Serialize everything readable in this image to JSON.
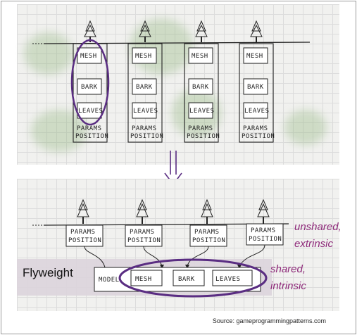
{
  "top_section": {
    "trees": [
      {
        "parts": [
          "MESH",
          "BARK",
          "LEAVES"
        ],
        "params": [
          "PARAMS",
          "POSITION"
        ]
      },
      {
        "parts": [
          "MESH",
          "BARK",
          "LEAVES"
        ],
        "params": [
          "PARAMS",
          "POSITION"
        ]
      },
      {
        "parts": [
          "MESH",
          "BARK",
          "LEAVES"
        ],
        "params": [
          "PARAMS",
          "POSITION"
        ]
      },
      {
        "parts": [
          "MESH",
          "BARK",
          "LEAVES"
        ],
        "params": [
          "PARAMS",
          "POSITION"
        ]
      }
    ]
  },
  "bottom_section": {
    "instances": [
      {
        "lines": [
          "PARAMS",
          "POSITION"
        ]
      },
      {
        "lines": [
          "PARAMS",
          "POSITION"
        ]
      },
      {
        "lines": [
          "PARAMS",
          "POSITION"
        ]
      },
      {
        "lines": [
          "PARAMS",
          "POSITION"
        ]
      }
    ],
    "model_label": "MODEL",
    "model_parts": [
      "MESH",
      "BARK",
      "LEAVES"
    ],
    "flyweight_label": "Flyweight",
    "unshared_label_1": "unshared,",
    "unshared_label_2": "extrinsic",
    "shared_label_1": "shared,",
    "shared_label_2": "intrinsic"
  },
  "source_text": "Source: gameprogrammingpatterns.com",
  "colors": {
    "highlight": "#5a2d82",
    "annotation": "#8e2a7a",
    "band": "#dcd4dc"
  }
}
